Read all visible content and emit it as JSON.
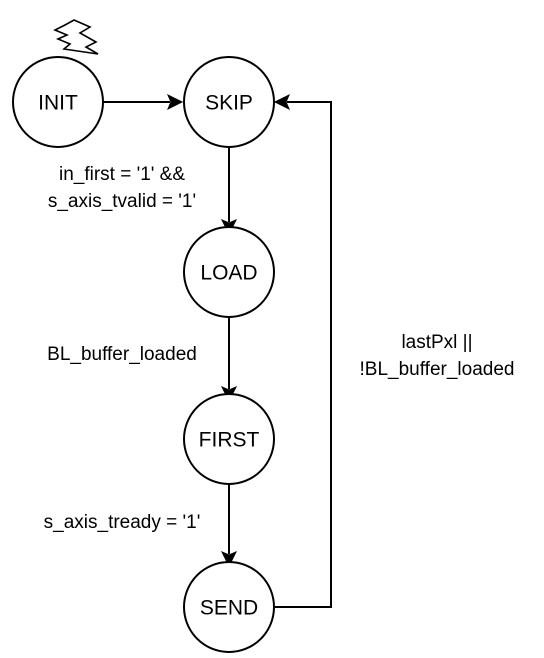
{
  "states": {
    "init": "INIT",
    "skip": "SKIP",
    "load": "LOAD",
    "first": "FIRST",
    "send": "SEND"
  },
  "transitions": {
    "skip_to_load": [
      "in_first = '1' &&",
      "s_axis_tvalid = '1'"
    ],
    "load_to_first": "BL_buffer_loaded",
    "first_to_send": "s_axis_tready = '1'",
    "send_to_skip": [
      "lastPxl ||",
      "!BL_buffer_loaded"
    ]
  },
  "icons": {
    "reset": "lightning-bolt-icon"
  }
}
